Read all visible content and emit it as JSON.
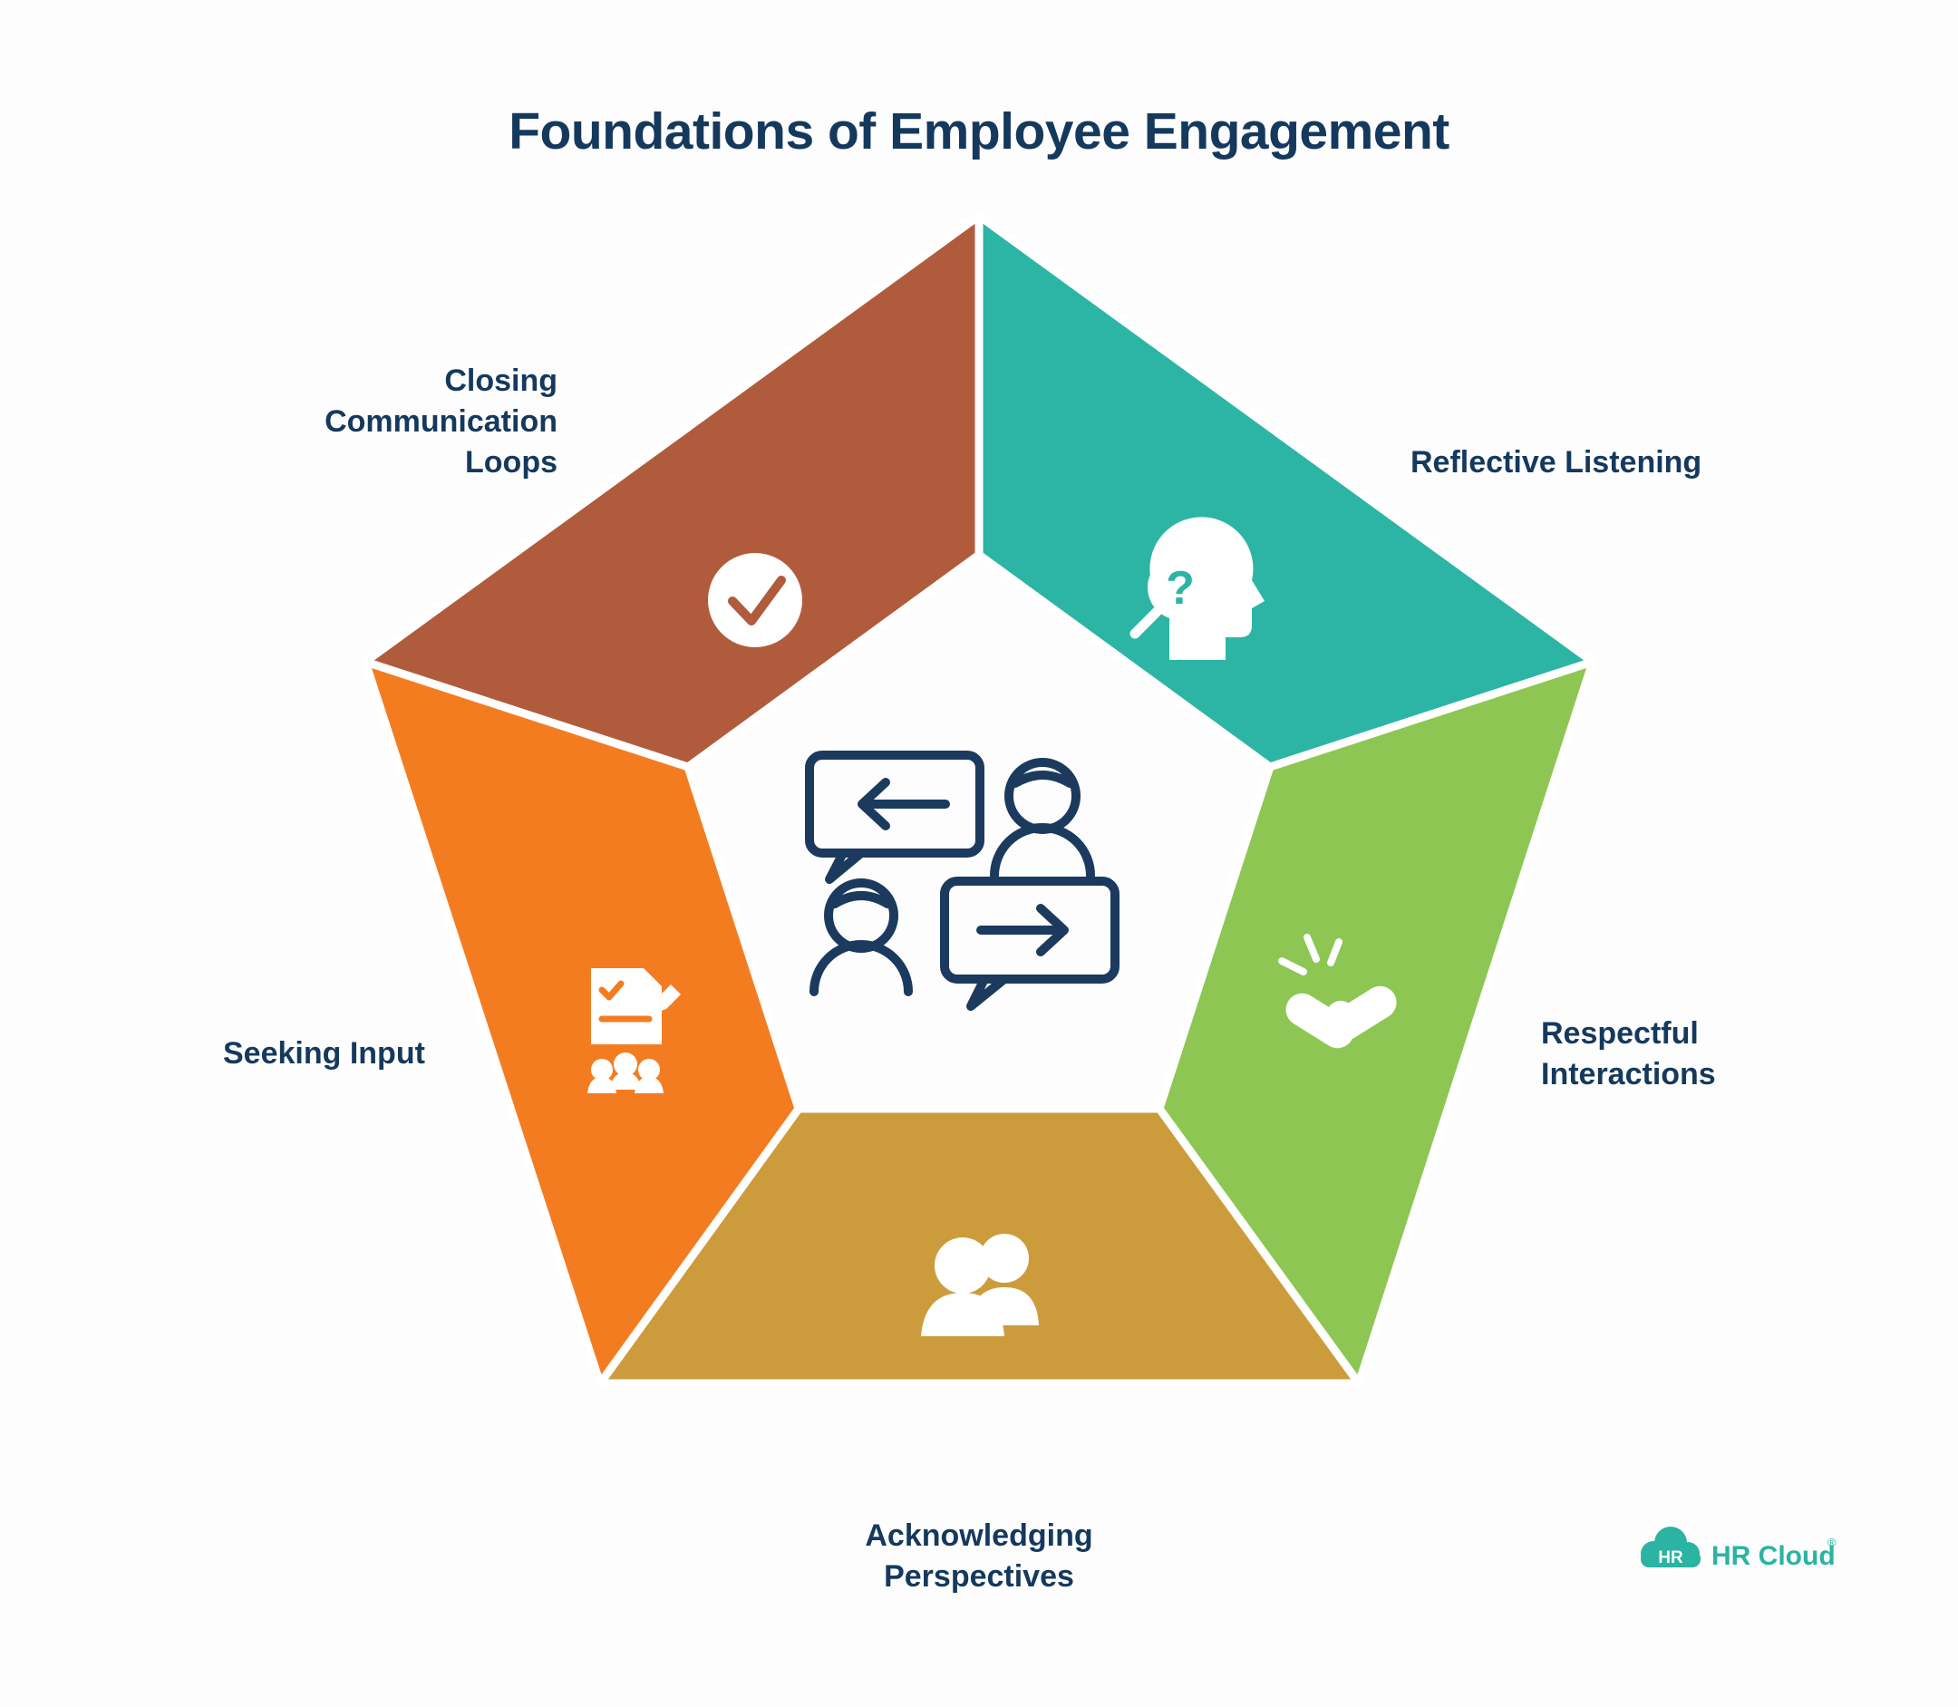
{
  "title": "Foundations of Employee Engagement",
  "colors": {
    "background": "#fdfdfd",
    "title_text": "#15395d",
    "label_text": "#15395d",
    "center_icon": "#1b3a5e",
    "logo": "#2bb3a3"
  },
  "segments": [
    {
      "id": "closing-communication-loops",
      "label": "Closing Communication Loops",
      "color": "#b15b3d",
      "icon": "checkmark-circle-icon",
      "position": "top-left"
    },
    {
      "id": "reflective-listening",
      "label": "Reflective Listening",
      "color": "#2cb5a4",
      "icon": "reflective-head-icon",
      "position": "top-right"
    },
    {
      "id": "respectful-interactions",
      "label": "Respectful Interactions",
      "color": "#8dc653",
      "icon": "handshake-icon",
      "position": "right"
    },
    {
      "id": "acknowledging-perspectives",
      "label": "Acknowledging Perspectives",
      "color": "#cc9c3c",
      "icon": "people-icon",
      "position": "bottom"
    },
    {
      "id": "seeking-input",
      "label": "Seeking Input",
      "color": "#f47c20",
      "icon": "survey-input-icon",
      "position": "left"
    }
  ],
  "center": {
    "icon": "conversation-icon"
  },
  "logo": {
    "badge": "HR",
    "text": "HR Cloud",
    "registered": "®"
  }
}
